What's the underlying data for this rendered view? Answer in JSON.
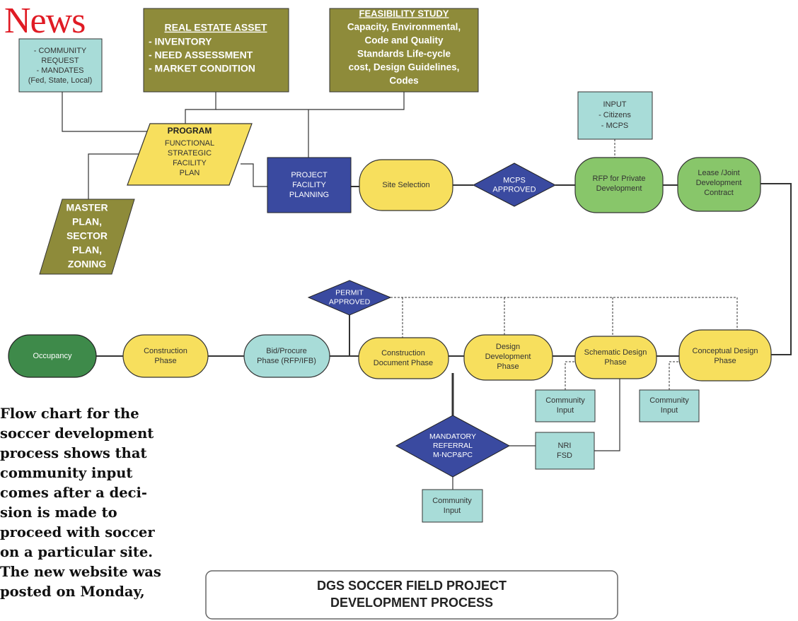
{
  "masthead": "News",
  "caption_lines": [
    "Flow chart for the",
    "soccer development",
    "process shows that",
    "community input",
    "comes after a deci-",
    "sion is made to",
    "proceed with soccer",
    "on a particular site.",
    "The new website was",
    "posted on Monday,"
  ],
  "title_lines": [
    "DGS SOCCER FIELD PROJECT",
    "DEVELOPMENT PROCESS"
  ],
  "nodes": {
    "mandates": [
      "- COMMUNITY",
      "REQUEST",
      "- MANDATES",
      "(Fed, State, Local)"
    ],
    "real_estate": {
      "heading": "REAL ESTATE ASSET",
      "lines": [
        "- INVENTORY",
        "- NEED ASSESSMENT",
        "- MARKET CONDITION"
      ]
    },
    "feasibility": {
      "heading": "FEASIBILITY STUDY",
      "lines": [
        "Capacity, Environmental,",
        "Code and Quality",
        "Standards Life-cycle",
        "cost, Design Guidelines,",
        "Codes"
      ]
    },
    "program": {
      "heading": "PROGRAM",
      "lines": [
        "FUNCTIONAL",
        "STRATEGIC",
        "FACILITY",
        "PLAN"
      ]
    },
    "master_plan": [
      "MASTER",
      "PLAN,",
      "SECTOR",
      "PLAN,",
      "ZONING"
    ],
    "project_planning": [
      "PROJECT",
      "FACILITY",
      "PLANNING"
    ],
    "site_selection": [
      "Site Selection"
    ],
    "mcps_approved": [
      "MCPS",
      "APPROVED"
    ],
    "input_citizens": [
      "INPUT",
      "- Citizens",
      "- MCPS"
    ],
    "rfp": [
      "RFP for Private",
      "Development"
    ],
    "lease": [
      "Lease /Joint",
      "Development",
      "Contract"
    ],
    "permit_approved": [
      "PERMIT",
      "APPROVED"
    ],
    "occupancy": [
      "Occupancy"
    ],
    "construction_phase": [
      "Construction",
      "Phase"
    ],
    "bid_procure": [
      "Bid/Procure",
      "Phase (RFP/IFB)"
    ],
    "construction_doc": [
      "Construction",
      "Document Phase"
    ],
    "design_development": [
      "Design",
      "Development",
      "Phase"
    ],
    "schematic_design": [
      "Schematic Design",
      "Phase"
    ],
    "conceptual_design": [
      "Conceptual Design",
      "Phase"
    ],
    "community_input_1": [
      "Community",
      "Input"
    ],
    "community_input_2": [
      "Community",
      "Input"
    ],
    "mandatory_referral": [
      "MANDATORY",
      "REFERRAL",
      "M-NCP&PC"
    ],
    "nri_fsd": [
      "NRI",
      "FSD"
    ],
    "community_input_3": [
      "Community",
      "Input"
    ]
  },
  "colors": {
    "olive": "#8e8b3a",
    "teal": "#a8dcd8",
    "yellow": "#f7df5d",
    "green": "#88c66a",
    "dark_green": "#3e8a4a",
    "blue": "#3a4aa0",
    "masthead_red": "#e01b24"
  }
}
